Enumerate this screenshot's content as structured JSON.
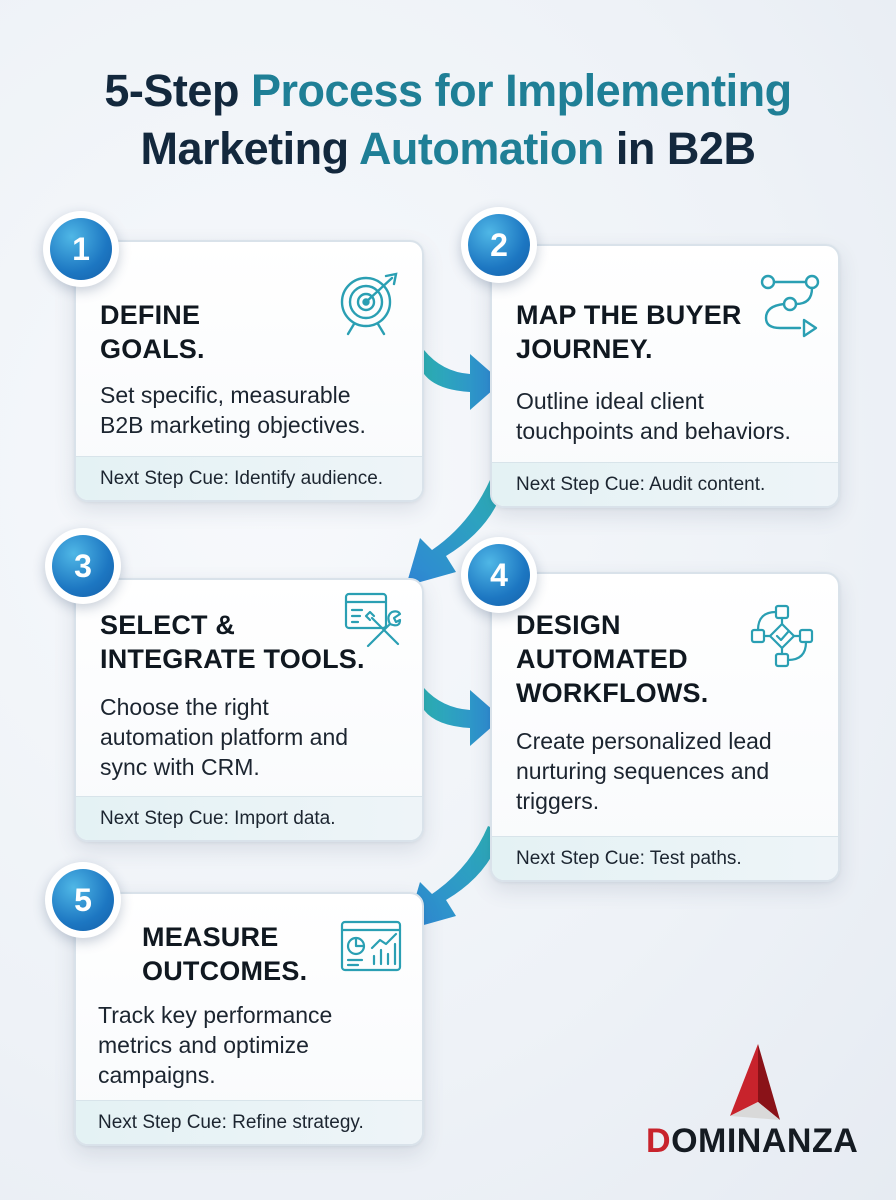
{
  "title": {
    "line1_dark": "5-Step",
    "line1_teal": "Process for Implementing",
    "line2_dark": "Marketing",
    "line2_teal": "Automation",
    "line2_end": "in B2B"
  },
  "cue_prefix": "Next Step Cue:",
  "steps": [
    {
      "number": "1",
      "heading": [
        "DEFINE",
        "GOALS."
      ],
      "description": [
        "Set specific, measurable",
        "B2B marketing objectives."
      ],
      "cue": "Identify audience.",
      "icon": "target-icon"
    },
    {
      "number": "2",
      "heading": [
        "MAP THE BUYER",
        "JOURNEY."
      ],
      "description": [
        "Outline ideal client",
        "touchpoints and behaviors."
      ],
      "cue": "Audit content.",
      "icon": "journey-path-icon"
    },
    {
      "number": "3",
      "heading": [
        "SELECT &",
        "INTEGRATE TOOLS."
      ],
      "description": [
        "Choose the right",
        "automation platform and",
        "sync with CRM."
      ],
      "cue": "Import data.",
      "icon": "tools-icon"
    },
    {
      "number": "4",
      "heading": [
        "DESIGN",
        "AUTOMATED",
        "WORKFLOWS."
      ],
      "description": [
        "Create personalized lead",
        "nurturing sequences and",
        "triggers."
      ],
      "cue": "Test paths.",
      "icon": "workflow-icon"
    },
    {
      "number": "5",
      "heading": [
        "MEASURE",
        "OUTCOMES."
      ],
      "description": [
        "Track key performance",
        "metrics and optimize",
        "campaigns."
      ],
      "cue": "Refine strategy.",
      "icon": "analytics-icon"
    }
  ],
  "logo": {
    "first_letter": "D",
    "rest": "OMINANZA"
  },
  "colors": {
    "title_dark": "#13283d",
    "title_teal": "#1f7f96",
    "badge_blue": "#1d77c2",
    "arrow_teal": "#27a6b3",
    "arrow_blue": "#2f86d6",
    "logo_red": "#c8232c"
  }
}
